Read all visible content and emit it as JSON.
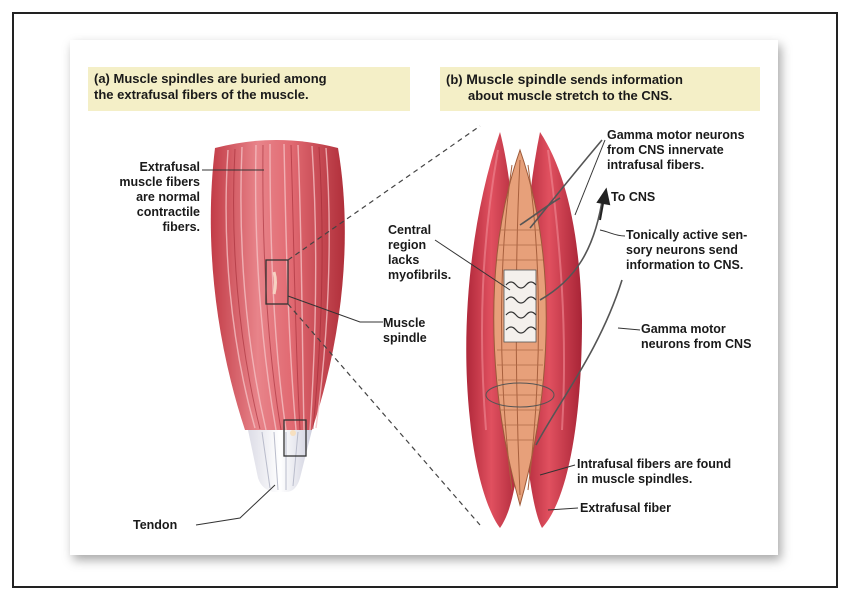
{
  "panel_a": {
    "caption": {
      "tag": "(a)",
      "text": "Muscle spindles are buried among\nthe extrafusal fibers of the muscle."
    },
    "labels": {
      "extrafusal": "Extrafusal\nmuscle fibers\nare normal\ncontractile\nfibers.",
      "muscle_spindle": "Muscle\nspindle",
      "tendon": "Tendon"
    }
  },
  "panel_b": {
    "caption": {
      "tag": "(b)",
      "title": "Muscle spindle",
      "text": " sends information",
      "text2": "about muscle stretch to the CNS."
    },
    "labels": {
      "gamma_top": "Gamma motor neurons\nfrom CNS innervate\nintrafusal fibers.",
      "to_cns": "To CNS",
      "central_region": "Central\nregion\nlacks\nmyofibrils.",
      "sensory": "Tonically active sen-\nsory neurons send\ninformation to CNS.",
      "gamma_bottom": "Gamma motor\nneurons from CNS",
      "intrafusal": "Intrafusal fibers are found\nin muscle spindles.",
      "extrafusal_fiber": "Extrafusal fiber"
    }
  },
  "colors": {
    "muscle": "#d9555e",
    "muscle_dark": "#b8323c",
    "caption_bg": "#f4efc7",
    "intrafusal": "#e49a6c"
  }
}
